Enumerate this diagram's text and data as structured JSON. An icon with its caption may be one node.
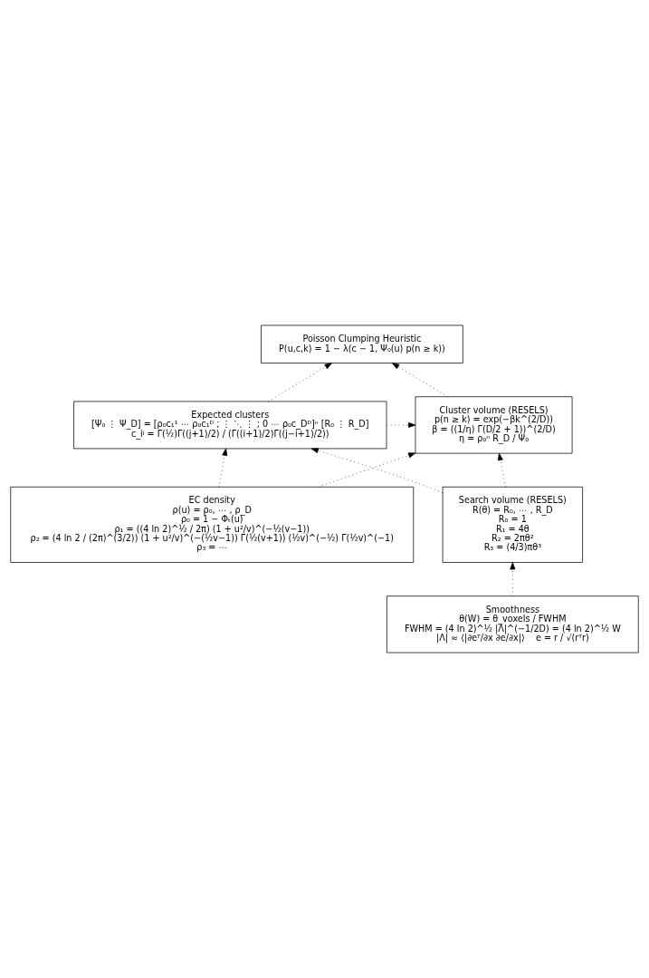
{
  "diagram": {
    "nodes": [
      {
        "text": [
          "Poisson Clumping Heuristic",
          "P(u,c,k) = 1 − λ(c − 1, Ψ₀(u) p(n ≥ k))"
        ]
      },
      {
        "text": [
          "Expected clusters",
          "[Ψ₀ ⋮ Ψ_D] = [ρ₀c₁¹ ⋯ ρ₀c₁ᴰ ; ⋮ ⋱ ⋮ ; 0 ⋯ ρ₀c_Dᴰ]ⁿ [R₀ ⋮ R_D]",
          "c_iʲ = Γ(½)Γ((j+1)/2) / (Γ((i+1)/2)Γ((j−i+1)/2))"
        ]
      },
      {
        "text": [
          "Cluster volume (RESELS)",
          "p(n ≥ k) = exp(−βk^(2/D))",
          "β = ((1/η) Γ(D/2 + 1))^(2/D)",
          "η = ρ₀ⁿ R_D / Ψ₀"
        ]
      },
      {
        "text": [
          "EC density",
          "ρ(u) = ρ₀, ⋯ , ρ_D",
          "ρ₀ = 1 − Φₜ(u)",
          "ρ₁ = ((4 ln 2)^½ / 2π) (1 + u²/v)^(−½(v−1))",
          "ρ₂ = (4 ln 2 / (2π)^(3/2)) (1 + u²/v)^(−(½v−1)) Γ(½(v+1)) (½v)^(−½) Γ(½v)^(−1)",
          "ρ₃ = ⋯"
        ]
      },
      {
        "text": [
          "Search volume (RESELS)",
          "R(θ) = R₀, ⋯ , R_D",
          "R₀ = 1",
          "R₁ = 4θ",
          "R₂ = 2πθ²",
          "R₃ = (4/3)πθ³"
        ]
      },
      {
        "text": [
          "Smoothness",
          "θ(W) = θ_voxels / FWHM",
          "FWHM = (4 ln 2)^½ |Λ|^(−1/2D) = (4 ln 2)^½ W",
          "|Λ| ≈ ⟨|∂eᵀ/∂x ∂e/∂x|⟩    e = r / √(rᵀr)"
        ]
      }
    ],
    "edges": [
      {
        "from": 1,
        "to": 0,
        "arrow": "to",
        "style": "dashed"
      },
      {
        "from": 2,
        "to": 0,
        "arrow": "to",
        "style": "dashed"
      },
      {
        "from": 1,
        "to": 2,
        "arrow": "to",
        "style": "dashed"
      },
      {
        "from": 3,
        "to": 1,
        "arrow": "to",
        "style": "dashed"
      },
      {
        "from": 3,
        "to": 2,
        "arrow": "to",
        "style": "dashed"
      },
      {
        "from": 4,
        "to": 1,
        "arrow": "to",
        "style": "dashed"
      },
      {
        "from": 4,
        "to": 2,
        "arrow": "to",
        "style": "dashed"
      },
      {
        "from": 5,
        "to": 4,
        "arrow": "to",
        "style": "dashed"
      }
    ]
  }
}
